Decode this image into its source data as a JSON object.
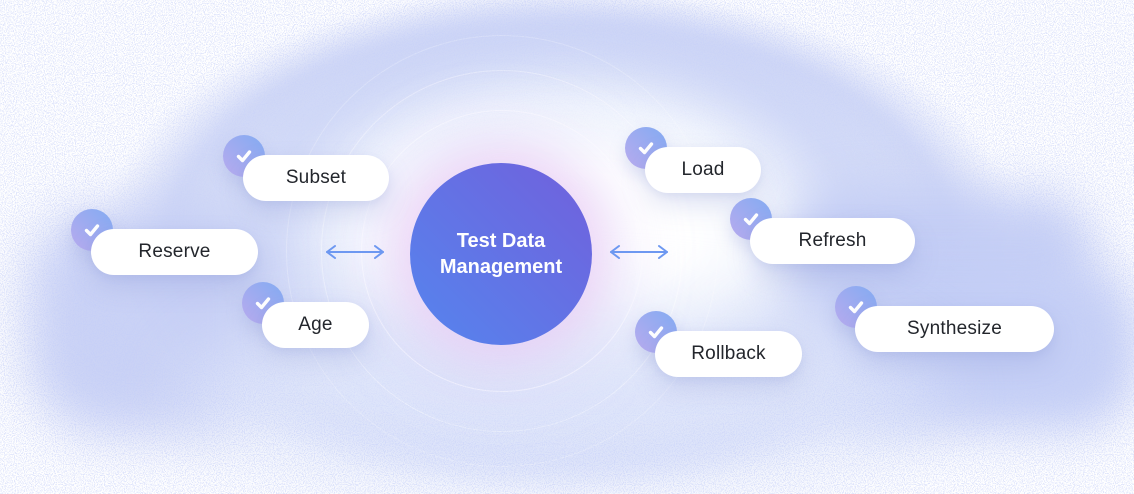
{
  "diagram": {
    "center_label": "Test Data Management",
    "left_nodes": [
      {
        "label": "Subset",
        "icon": "check-icon"
      },
      {
        "label": "Reserve",
        "icon": "check-icon"
      },
      {
        "label": "Age",
        "icon": "check-icon"
      }
    ],
    "right_nodes": [
      {
        "label": "Load",
        "icon": "check-icon"
      },
      {
        "label": "Refresh",
        "icon": "check-icon"
      },
      {
        "label": "Rollback",
        "icon": "check-icon"
      },
      {
        "label": "Synthesize",
        "icon": "check-icon"
      }
    ],
    "connectors": [
      {
        "name": "left-connector",
        "type": "double-headed-arrow"
      },
      {
        "name": "right-connector",
        "type": "double-headed-arrow"
      }
    ],
    "colors": {
      "circle_gradient_start": "#5585ee",
      "circle_gradient_end": "#7160dc",
      "badge_gradient_start": "#b9abee",
      "badge_gradient_end": "#83abf2",
      "arrow": "#6d98f1",
      "pill_background": "#ffffff",
      "pill_text": "#23262c",
      "cloud": "#c5cef4",
      "circle_glow": "#ecc8f2"
    }
  }
}
